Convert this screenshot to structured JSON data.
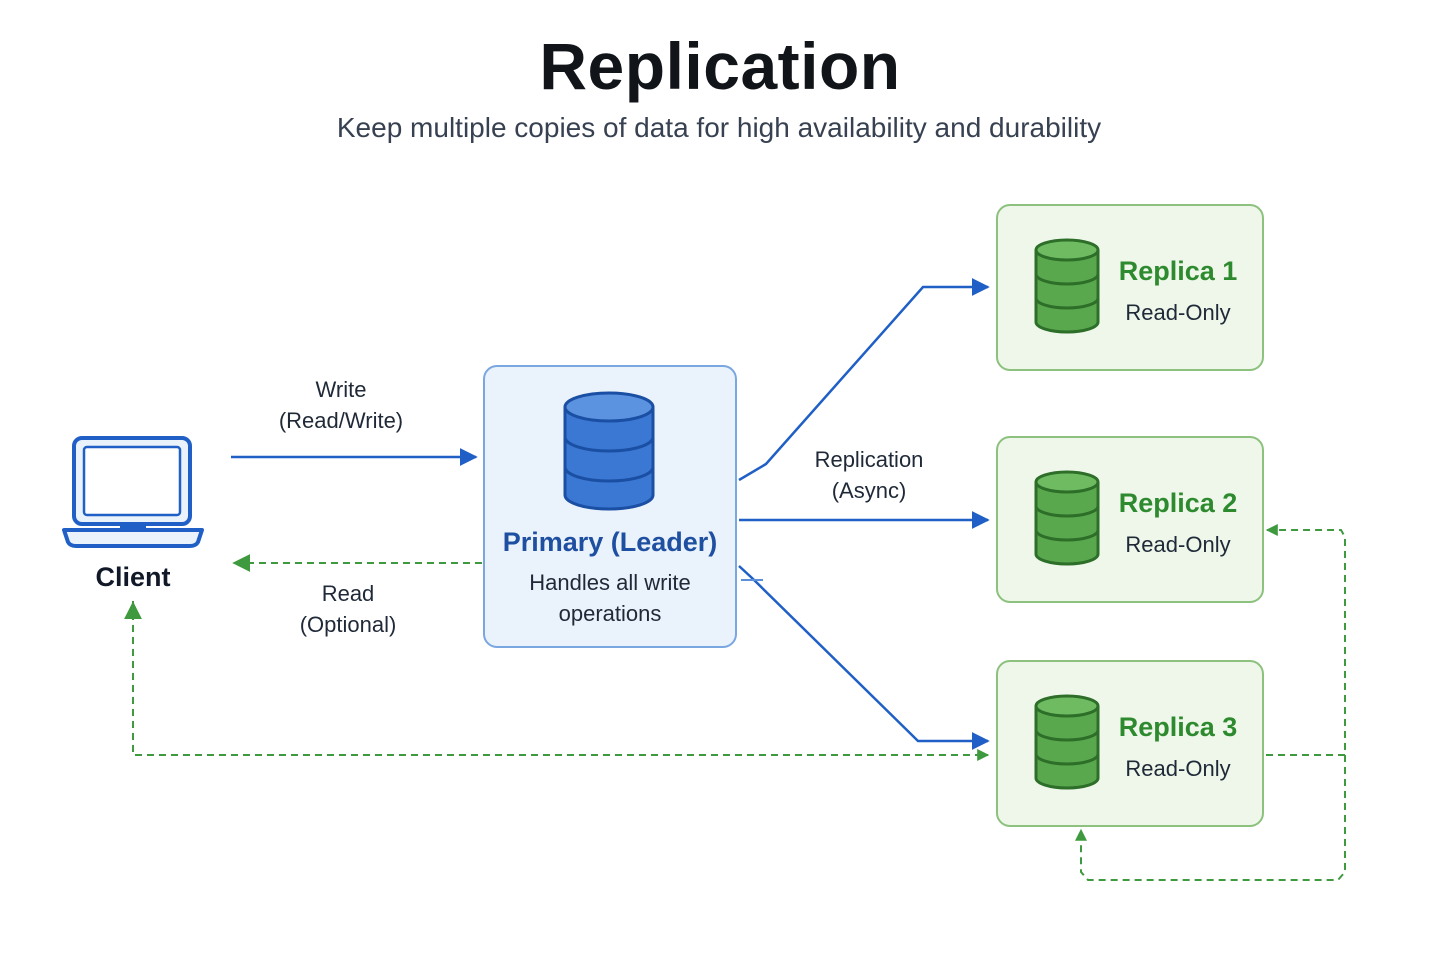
{
  "title": "Replication",
  "subtitle": "Keep multiple copies of data for high availability and durability",
  "client": {
    "label": "Client",
    "icon": "laptop-icon"
  },
  "primary": {
    "name": "Primary (Leader)",
    "description_lines": [
      "Handles all write",
      "operations"
    ],
    "icon": "database-icon"
  },
  "replicas": [
    {
      "name": "Replica 1",
      "role": "Read-Only",
      "icon": "database-icon"
    },
    {
      "name": "Replica 2",
      "role": "Read-Only",
      "icon": "database-icon"
    },
    {
      "name": "Replica 3",
      "role": "Read-Only",
      "icon": "database-icon"
    }
  ],
  "edges": {
    "write": {
      "lines": [
        "Write",
        "(Read/Write)"
      ]
    },
    "read": {
      "lines": [
        "Read",
        "(Optional)"
      ]
    },
    "replication": {
      "lines": [
        "Replication",
        "(Async)"
      ]
    }
  },
  "colors": {
    "primary_blue": "#1f5fc6",
    "primary_fill": "#eaf2fc",
    "replica_green": "#4a9b3f",
    "replica_fill": "#eef7ea",
    "dashed_green": "#3f9a3f"
  }
}
